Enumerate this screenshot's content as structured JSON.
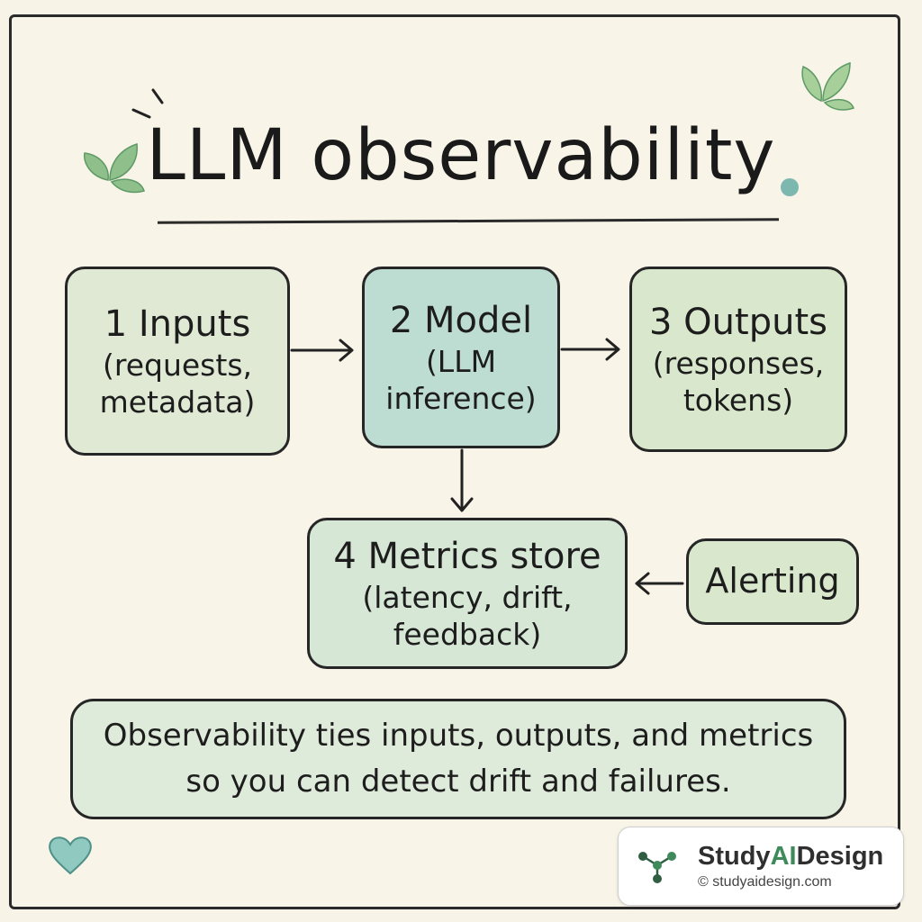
{
  "title": "LLM observability",
  "boxes": {
    "inputs": {
      "head": "1 Inputs",
      "sub1": "(requests,",
      "sub2": "metadata)"
    },
    "model": {
      "head": "2 Model",
      "sub1": "(LLM",
      "sub2": "inference)"
    },
    "outputs": {
      "head": "3 Outputs",
      "sub1": "(responses,",
      "sub2": "tokens)"
    },
    "metrics": {
      "head": "4 Metrics store",
      "sub1": "(latency, drift,",
      "sub2": "feedback)"
    },
    "alerting": {
      "head": "Alerting"
    }
  },
  "summary": {
    "line1": "Observability ties inputs, outputs, and metrics",
    "line2": "so you can detect drift and failures."
  },
  "badge": {
    "brand_start": "Study",
    "brand_accent": "AI",
    "brand_end": "Design",
    "url": "© studyaidesign.com"
  },
  "colors": {
    "background": "#f7f3e6",
    "light_green": "#dfe9d4",
    "teal": "#bddcd2",
    "mint": "#d6e7d6",
    "sage": "#d9e8cc",
    "leaf": "#8fbf8a",
    "dot": "#7cb8b0",
    "brand_accent": "#3e8a5b"
  },
  "icons": [
    "leaf-icon",
    "heart-icon",
    "dot-icon",
    "network-logo-icon"
  ]
}
